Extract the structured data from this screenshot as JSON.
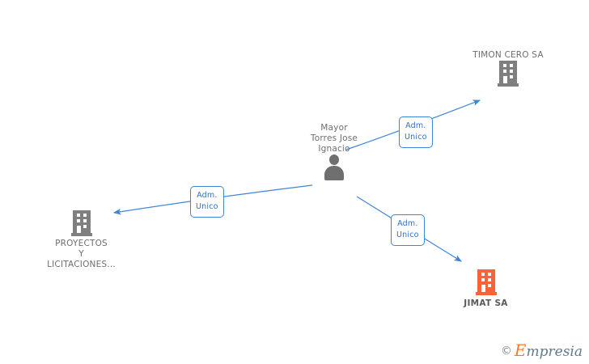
{
  "graph": {
    "center": {
      "name": "person-node",
      "label": "Mayor\nTorres Jose\nIgnacio",
      "icon": "person-icon",
      "color": "#6f6f6f"
    },
    "companies": [
      {
        "id": "timon-cero-sa",
        "label": "TIMON CERO SA",
        "icon": "building-icon",
        "color": "#7f7f7f",
        "emphasis": "normal",
        "label_position": "above"
      },
      {
        "id": "proyectos-y-licitaciones",
        "label": "PROYECTOS\nY\nLICITACIONES...",
        "icon": "building-icon",
        "color": "#7f7f7f",
        "emphasis": "normal",
        "label_position": "below"
      },
      {
        "id": "jimat-sa",
        "label": "JIMAT SA",
        "icon": "building-icon",
        "color": "#f9633a",
        "emphasis": "bold",
        "label_position": "below"
      }
    ],
    "relations": [
      {
        "id": "rel-timon-cero-sa",
        "label": "Adm.\nUnico",
        "from": "person-node",
        "to": "timon-cero-sa",
        "color": "#3d85d6"
      },
      {
        "id": "rel-proyectos-y-licitaciones",
        "label": "Adm.\nUnico",
        "from": "person-node",
        "to": "proyectos-y-licitaciones",
        "color": "#3d85d6"
      },
      {
        "id": "rel-jimat-sa",
        "label": "Adm.\nUnico",
        "from": "person-node",
        "to": "jimat-sa",
        "color": "#3d85d6"
      }
    ]
  },
  "watermark": {
    "copyright": "©",
    "brand_initial": "E",
    "brand_rest": "mpresia"
  }
}
